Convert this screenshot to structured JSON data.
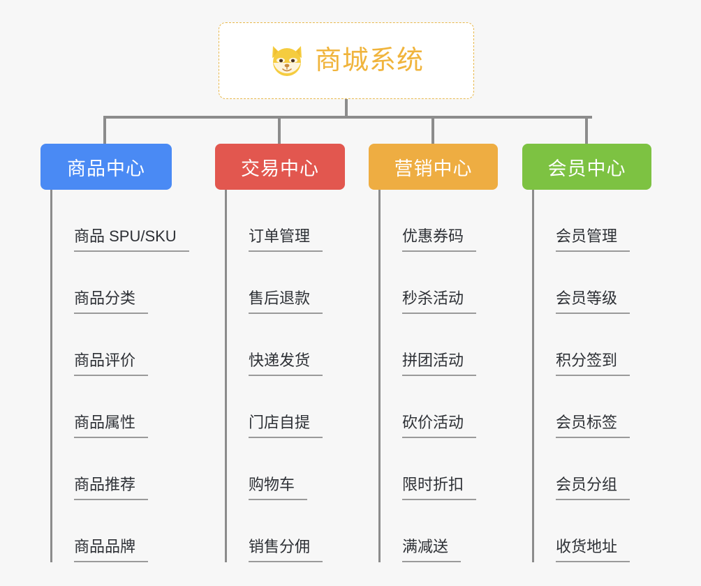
{
  "canvas": {
    "background_color": "#f7f7f7"
  },
  "root": {
    "title": "商城系统",
    "icon": "shiba-dog-face-icon",
    "text_color": "#f0b43c",
    "border_color": "#e8b84b",
    "background_color": "#ffffff"
  },
  "connector": {
    "color": "#8c8c8c"
  },
  "branches": [
    {
      "label": "商品中心",
      "color": "#4a8af4",
      "text_color": "#ffffff",
      "items": [
        "商品 SPU/SKU",
        "商品分类",
        "商品评价",
        "商品属性",
        "商品推荐",
        "商品品牌"
      ]
    },
    {
      "label": "交易中心",
      "color": "#e2574f",
      "text_color": "#ffffff",
      "items": [
        "订单管理",
        "售后退款",
        "快递发货",
        "门店自提",
        "购物车",
        "销售分佣"
      ]
    },
    {
      "label": "营销中心",
      "color": "#eead42",
      "text_color": "#ffffff",
      "items": [
        "优惠券码",
        "秒杀活动",
        "拼团活动",
        "砍价活动",
        "限时折扣",
        "满减送"
      ]
    },
    {
      "label": "会员中心",
      "color": "#7dc242",
      "text_color": "#ffffff",
      "items": [
        "会员管理",
        "会员等级",
        "积分签到",
        "会员标签",
        "会员分组",
        "收货地址"
      ]
    }
  ]
}
